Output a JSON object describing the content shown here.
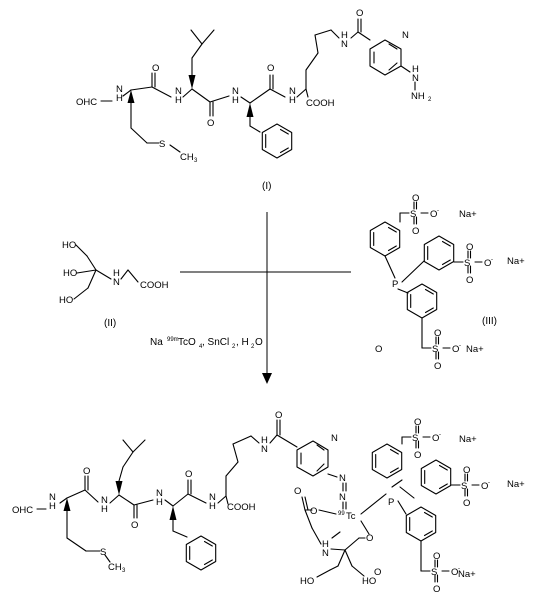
{
  "labels": {
    "cmp_I": "(I)",
    "cmp_II": "(II)",
    "cmp_III": "(III)",
    "formyl": "OHC",
    "nh": "N",
    "h": "H",
    "o": "O",
    "s_methyl": "S",
    "ch3": "CH",
    "ch3_sub": "3",
    "cooh": "COOH",
    "pyridine_n": "N",
    "hydrazine_nh": "N",
    "nh2": "NH",
    "nh2_sub": "2",
    "p": "P",
    "s": "S",
    "so3_minus": "-",
    "na": "Na+",
    "ho": "HO",
    "tc": "Tc",
    "tc_mass": "99",
    "azo_n": "N",
    "reagent_na": "Na",
    "reagent_mass": "99m",
    "reagent_tc": "TcO",
    "reagent_4": "4",
    "reagent_rest1": ", SnCl",
    "reagent_2a": "2",
    "reagent_rest2": ", H",
    "reagent_2b": "2",
    "reagent_rest3": "O"
  }
}
